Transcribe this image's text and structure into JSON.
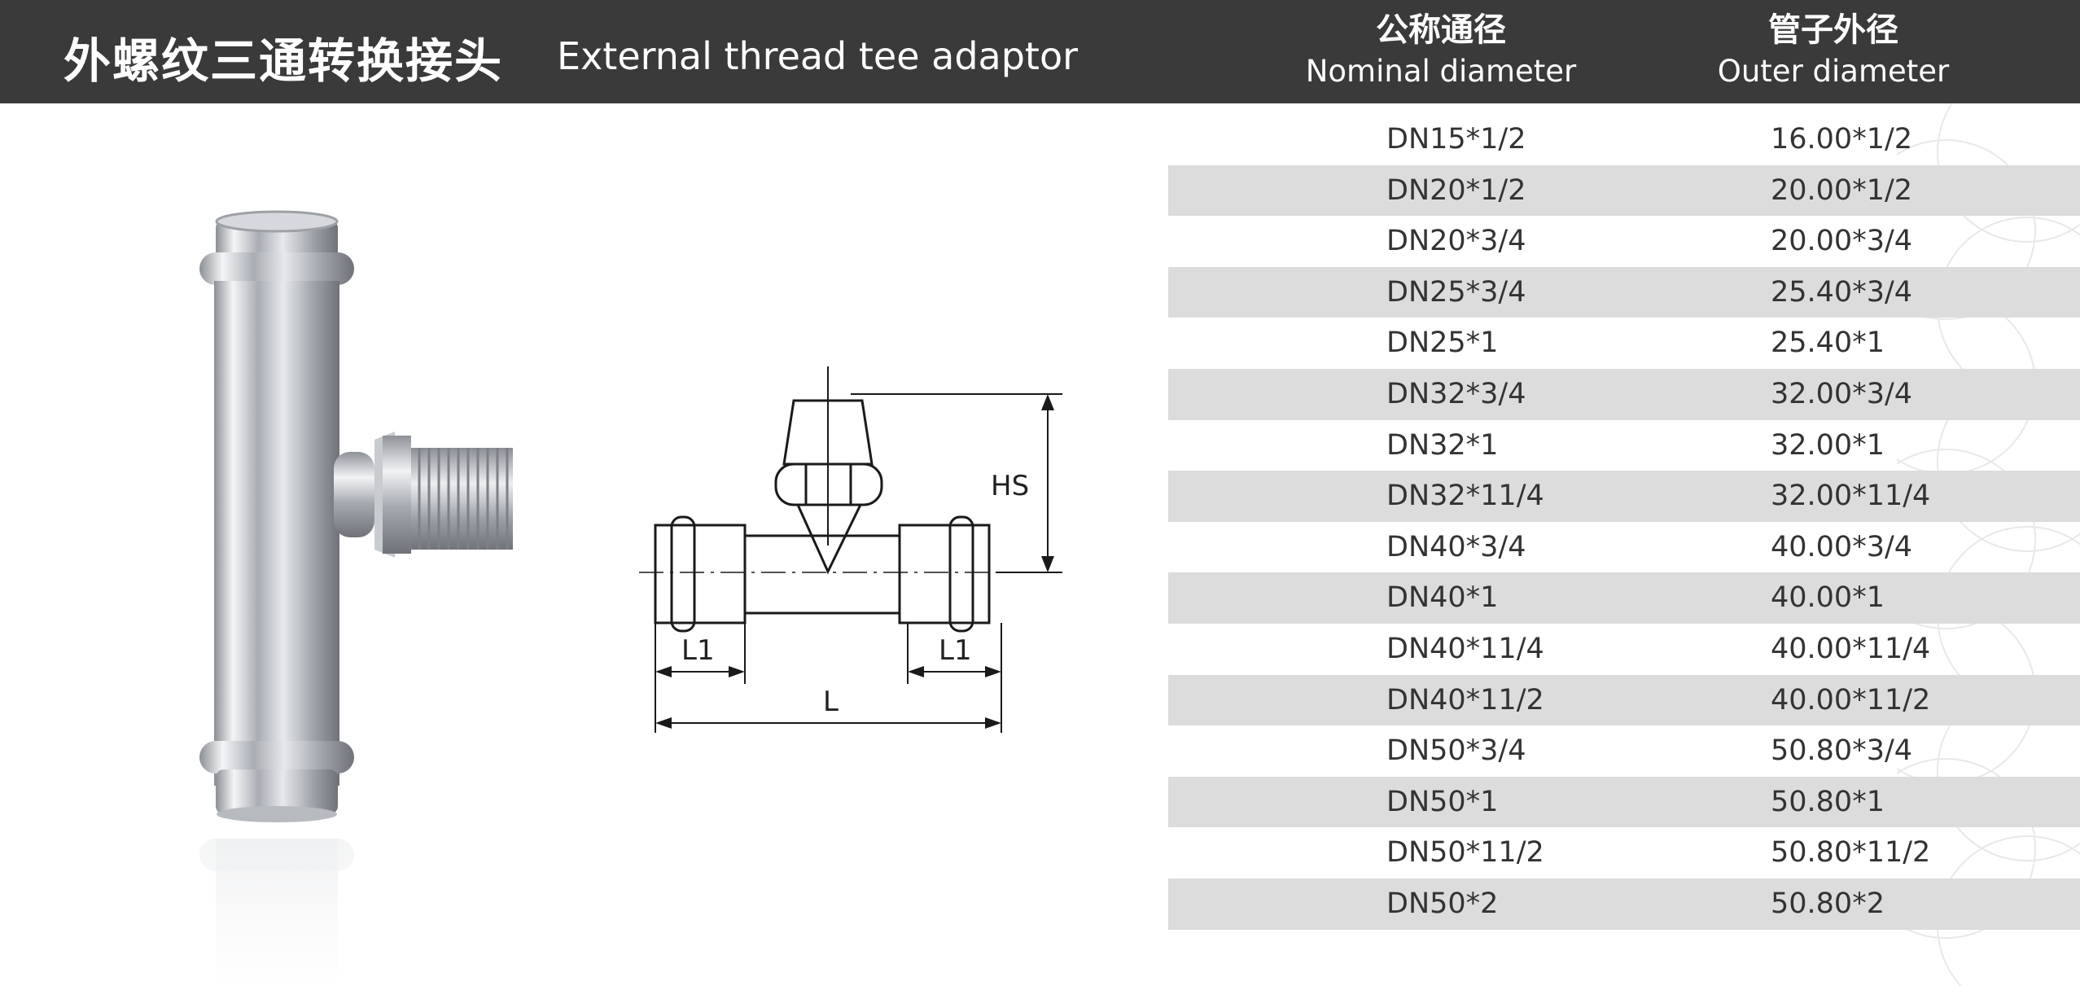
{
  "header": {
    "title_cn": "外螺纹三通转换接头",
    "title_en": "External thread tee adaptor",
    "columns": [
      {
        "cn": "公称通径",
        "en": "Nominal diameter"
      },
      {
        "cn": "管子外径",
        "en": "Outer diameter"
      }
    ]
  },
  "drawing": {
    "label_hs": "HS",
    "label_l1_left": "L1",
    "label_l1_right": "L1",
    "label_l": "L"
  },
  "table": {
    "rows": [
      {
        "nominal": "DN15*1/2",
        "outer": "16.00*1/2"
      },
      {
        "nominal": "DN20*1/2",
        "outer": "20.00*1/2"
      },
      {
        "nominal": "DN20*3/4",
        "outer": "20.00*3/4"
      },
      {
        "nominal": "DN25*3/4",
        "outer": "25.40*3/4"
      },
      {
        "nominal": "DN25*1",
        "outer": "25.40*1"
      },
      {
        "nominal": "DN32*3/4",
        "outer": "32.00*3/4"
      },
      {
        "nominal": "DN32*1",
        "outer": "32.00*1"
      },
      {
        "nominal": "DN32*11/4",
        "outer": "32.00*11/4"
      },
      {
        "nominal": "DN40*3/4",
        "outer": "40.00*3/4"
      },
      {
        "nominal": "DN40*1",
        "outer": "40.00*1"
      },
      {
        "nominal": "DN40*11/4",
        "outer": "40.00*11/4"
      },
      {
        "nominal": "DN40*11/2",
        "outer": "40.00*11/2"
      },
      {
        "nominal": "DN50*3/4",
        "outer": "50.80*3/4"
      },
      {
        "nominal": "DN50*1",
        "outer": "50.80*1"
      },
      {
        "nominal": "DN50*11/2",
        "outer": "50.80*11/2"
      },
      {
        "nominal": "DN50*2",
        "outer": "50.80*2"
      }
    ]
  },
  "colors": {
    "header_bg": "#3a3a3a",
    "row_shade": "#dcdcdd",
    "text": "#333333"
  }
}
